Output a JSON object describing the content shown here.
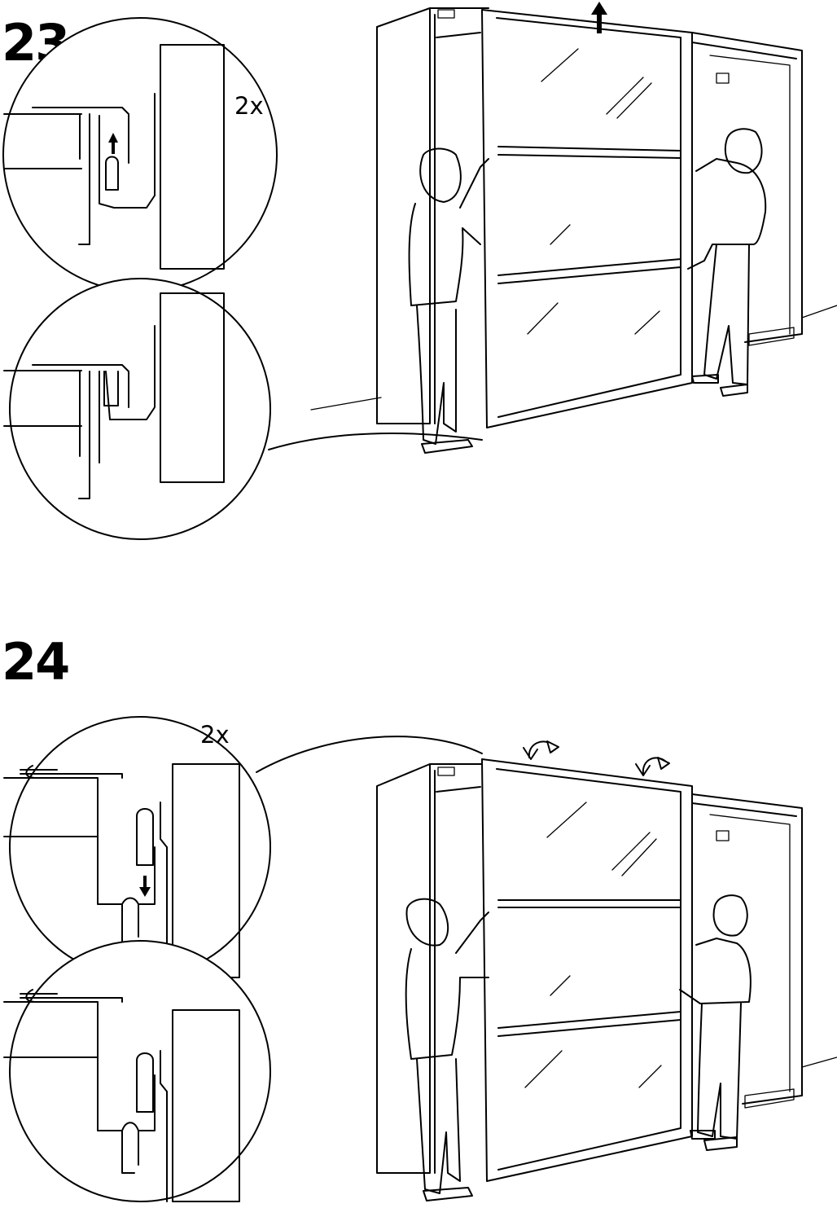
{
  "steps": [
    {
      "number": "23",
      "quantity": "2x",
      "action_icon": "arrow-up-icon"
    },
    {
      "number": "24",
      "quantity": "2x",
      "action_icon": "rotate-arrow-icon"
    }
  ],
  "colors": {
    "line": "#000000",
    "background": "#ffffff"
  }
}
